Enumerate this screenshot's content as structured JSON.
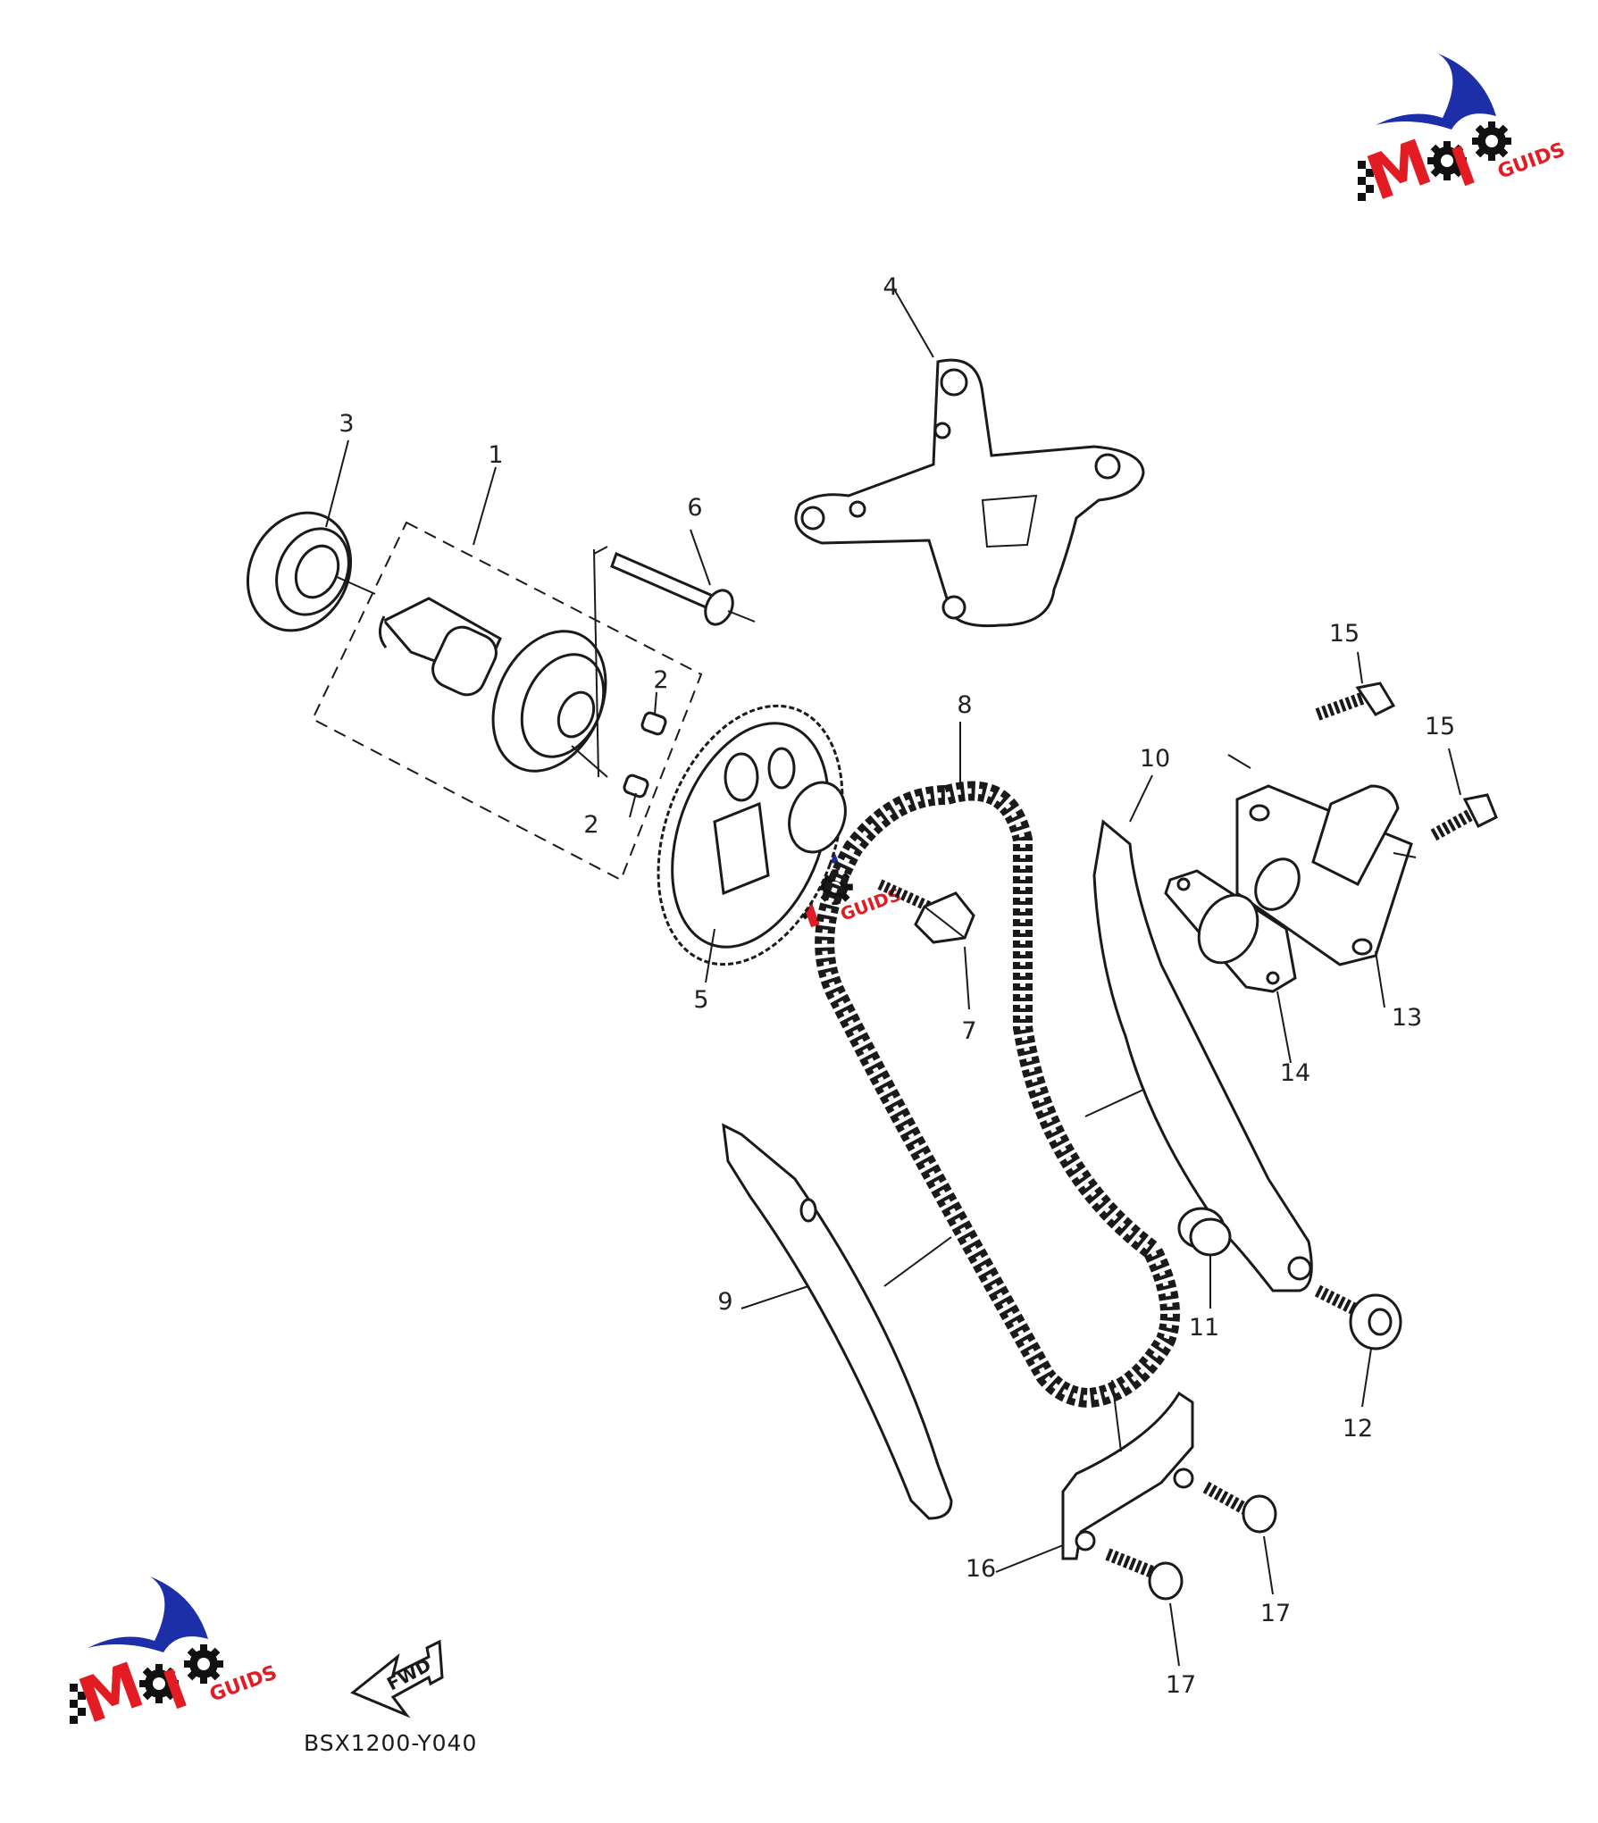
{
  "diagram": {
    "code": "BSX1200-Y040",
    "fwd_label": "FWD",
    "callouts": [
      "1",
      "2",
      "2",
      "3",
      "4",
      "5",
      "6",
      "7",
      "8",
      "9",
      "10",
      "11",
      "12",
      "13",
      "14",
      "15",
      "15",
      "16",
      "17",
      "17"
    ]
  },
  "watermark": {
    "text_main": "MOTO",
    "text_sub": "GUIDS"
  },
  "colors": {
    "line": "#1a1a1a",
    "logo_blue": "#1c2fa8",
    "logo_red": "#e31b23",
    "logo_black": "#111111"
  }
}
